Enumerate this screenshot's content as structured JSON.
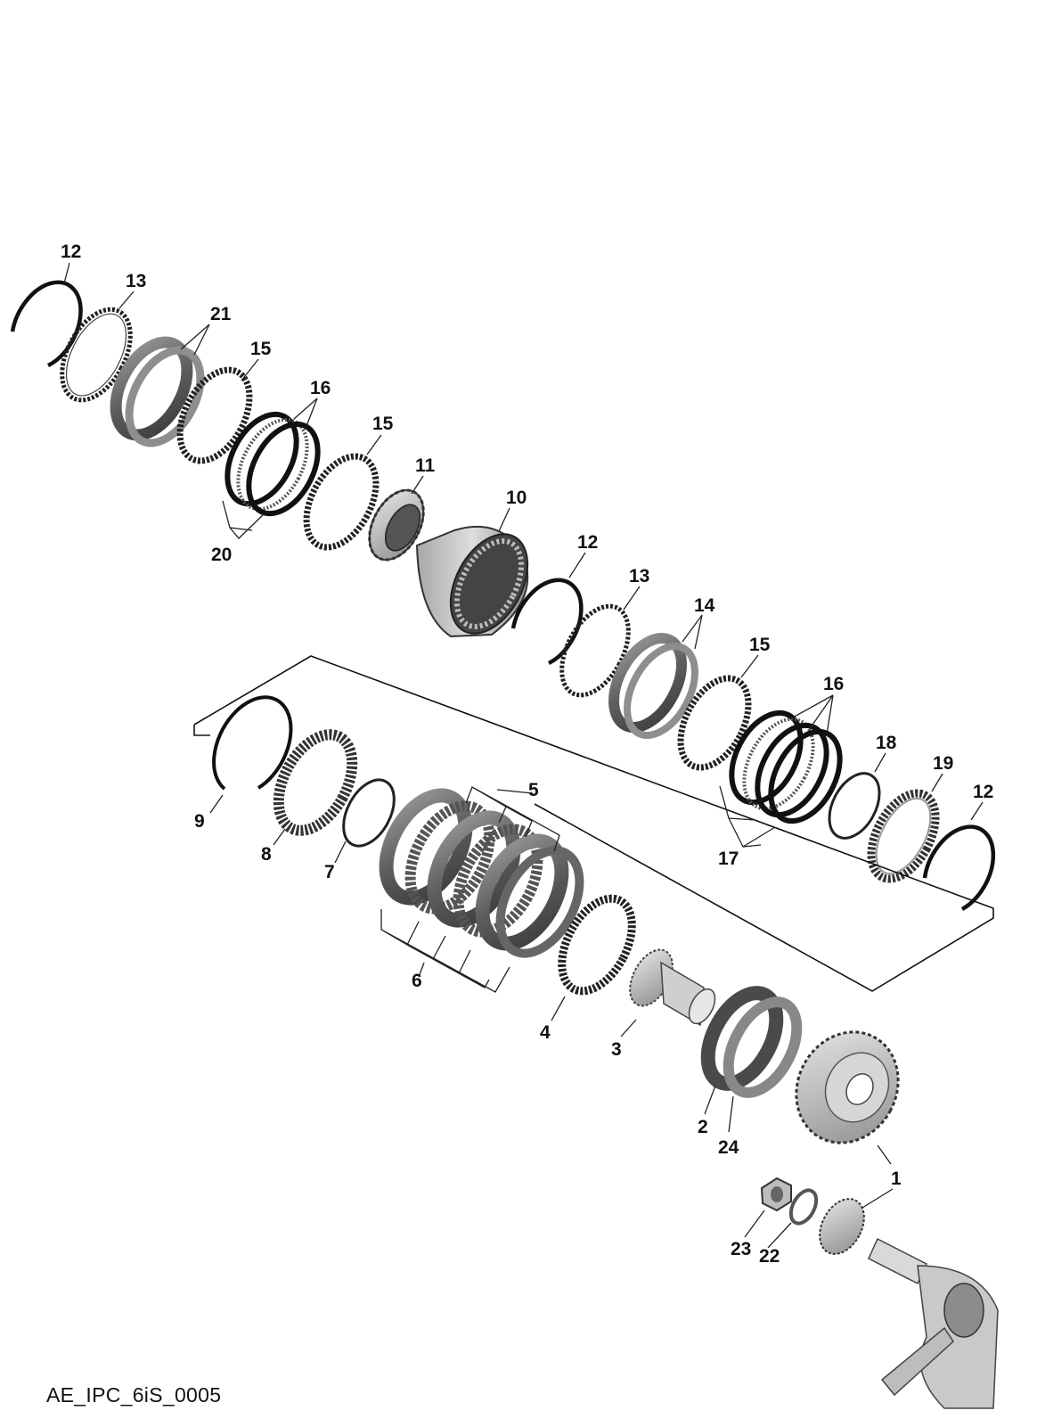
{
  "diagram": {
    "reference_code": "AE_IPC_6iS_0005",
    "colors": {
      "ink": "#111111",
      "part_dark": "#3a3a3a",
      "part_mid": "#7a7a7a",
      "part_light": "#bdbdbd",
      "part_highlight": "#e2e2e2"
    },
    "callouts": [
      {
        "id": "c12a",
        "label": "12"
      },
      {
        "id": "c13a",
        "label": "13"
      },
      {
        "id": "c21",
        "label": "21"
      },
      {
        "id": "c15a",
        "label": "15"
      },
      {
        "id": "c16a",
        "label": "16"
      },
      {
        "id": "c15b",
        "label": "15"
      },
      {
        "id": "c11",
        "label": "11"
      },
      {
        "id": "c20",
        "label": "20"
      },
      {
        "id": "c10",
        "label": "10"
      },
      {
        "id": "c12b",
        "label": "12"
      },
      {
        "id": "c13b",
        "label": "13"
      },
      {
        "id": "c14",
        "label": "14"
      },
      {
        "id": "c15c",
        "label": "15"
      },
      {
        "id": "c16b",
        "label": "16"
      },
      {
        "id": "c18",
        "label": "18"
      },
      {
        "id": "c19",
        "label": "19"
      },
      {
        "id": "c12c",
        "label": "12"
      },
      {
        "id": "c17",
        "label": "17"
      },
      {
        "id": "c5",
        "label": "5"
      },
      {
        "id": "c9",
        "label": "9"
      },
      {
        "id": "c8",
        "label": "8"
      },
      {
        "id": "c7",
        "label": "7"
      },
      {
        "id": "c6",
        "label": "6"
      },
      {
        "id": "c4",
        "label": "4"
      },
      {
        "id": "c3",
        "label": "3"
      },
      {
        "id": "c2",
        "label": "2"
      },
      {
        "id": "c24",
        "label": "24"
      },
      {
        "id": "c1",
        "label": "1"
      },
      {
        "id": "c23",
        "label": "23"
      },
      {
        "id": "c22",
        "label": "22"
      }
    ]
  }
}
